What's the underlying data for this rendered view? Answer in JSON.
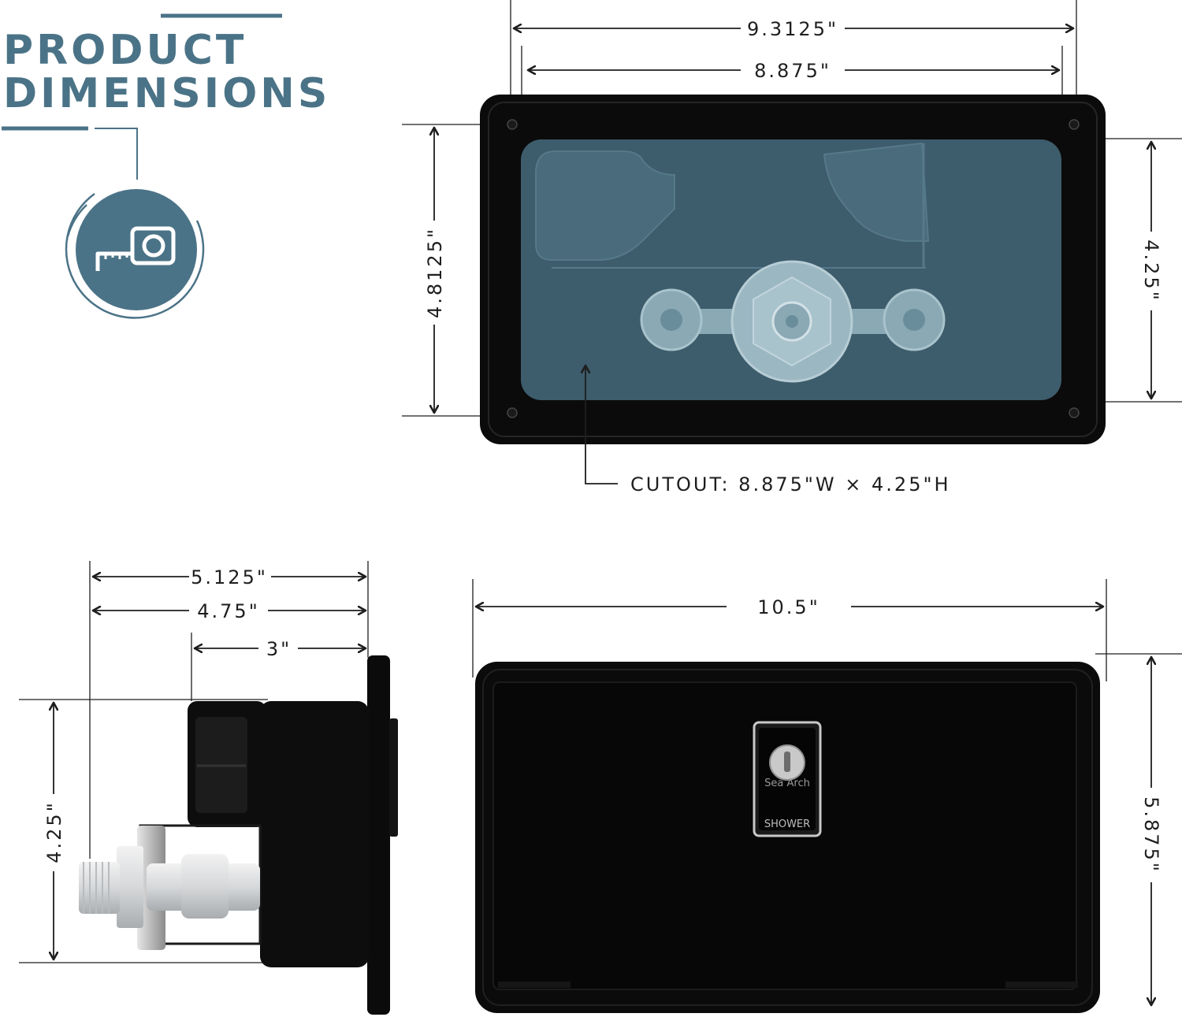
{
  "header": {
    "title_line1": "PRODUCT",
    "title_line2": "DIMENSIONS"
  },
  "colors": {
    "accent": "#4b7387",
    "product_black": "#0b0b0b",
    "window_teal": "#3d5c6c",
    "line": "#1e1e1e"
  },
  "icons": {
    "badge": "tape-measure-icon"
  },
  "front_view": {
    "overall_width": "9.3125\"",
    "flange_inner_width": "8.875\"",
    "overall_height": "4.8125\"",
    "window_height": "4.25\"",
    "cutout_note": "CUTOUT: 8.875\"W × 4.25\"H"
  },
  "side_view": {
    "overall_depth": "5.125\"",
    "body_depth": "4.75\"",
    "housing_depth": "3\"",
    "body_height": "4.25\""
  },
  "door_view": {
    "width": "10.5\"",
    "height": "5.875\"",
    "lock_label": "SHOWER",
    "lock_brand": "Sea Arch"
  }
}
